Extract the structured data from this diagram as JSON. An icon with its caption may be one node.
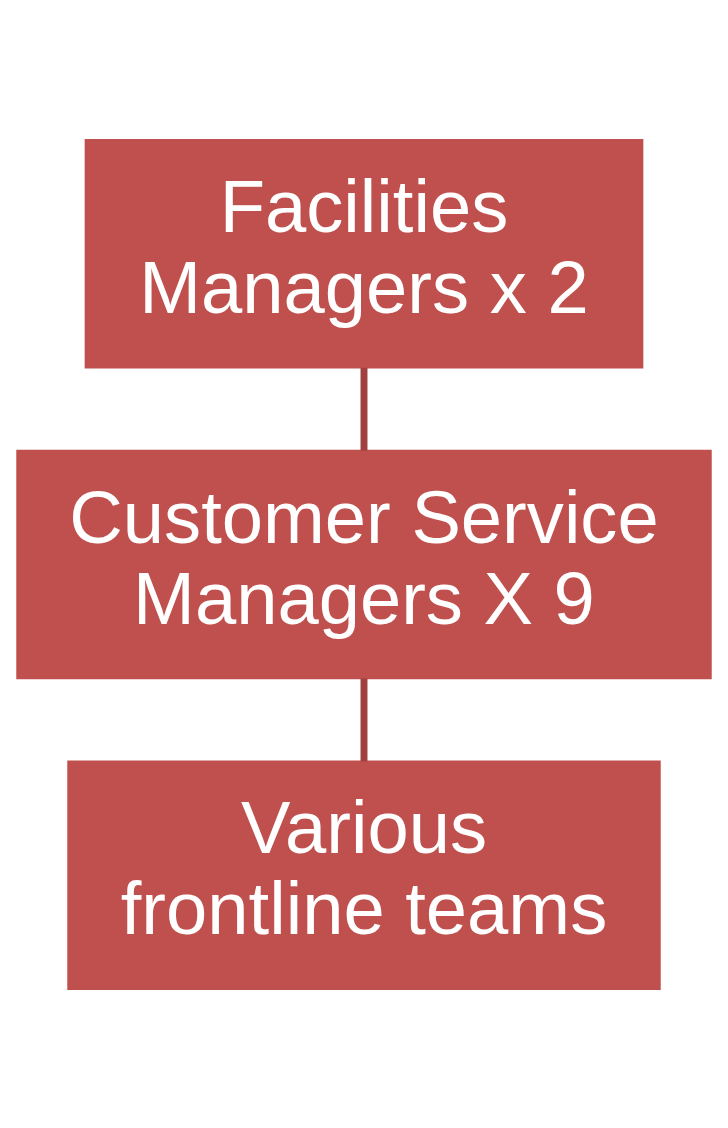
{
  "diagram": {
    "nodes": [
      {
        "text": [
          "Facilities Managers x 2"
        ]
      },
      {
        "text": [
          "Customer Service Managers X 9"
        ]
      },
      {
        "text": [
          "Various frontline teams"
        ]
      }
    ],
    "edges": [
      {
        "from": 0,
        "to": 1,
        "arrow": "none"
      },
      {
        "from": 1,
        "to": 2,
        "arrow": "none"
      }
    ]
  }
}
